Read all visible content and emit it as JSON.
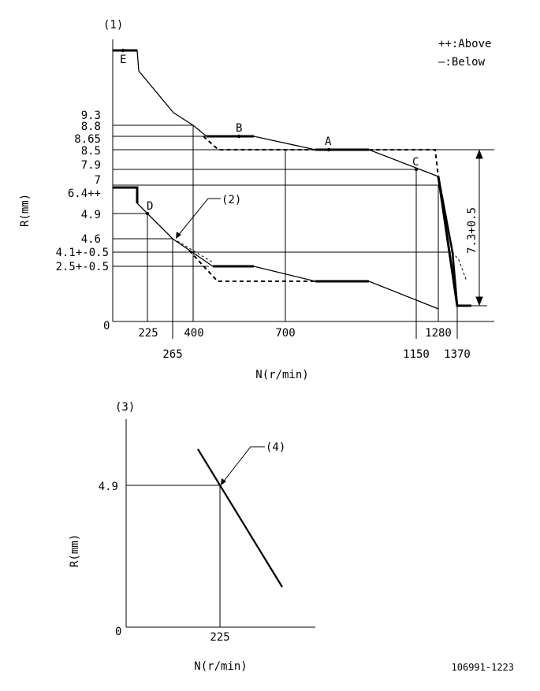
{
  "top_diagram": {
    "panel_label": "(1)",
    "legend": {
      "above": "++:Above",
      "below": "—:Below"
    },
    "y_axis_label": "R(mm)",
    "x_axis_label": "N(r/min)",
    "origin": "0",
    "y_ticks": [
      "9.3",
      "8.8",
      "8.65",
      "8.5",
      "7.9",
      "7",
      "6.4++",
      "4.9",
      "4.6",
      "4.1+-0.5",
      "2.5+-0.5"
    ],
    "x_ticks_upper": [
      "225",
      "400",
      "700",
      "1280"
    ],
    "x_ticks_lower": [
      "265",
      "1150",
      "1370"
    ],
    "points": {
      "E": "E",
      "B": "B",
      "A": "A",
      "C": "C",
      "D": "D"
    },
    "callout": "(2)",
    "dimension": "7.3+0.5"
  },
  "bottom_diagram": {
    "panel_label": "(3)",
    "y_axis_label": "R(mm)",
    "x_axis_label": "N(r/min)",
    "origin": "0",
    "y_tick": "4.9",
    "x_tick": "225",
    "callout": "(4)"
  },
  "part_number": "106991-1223"
}
